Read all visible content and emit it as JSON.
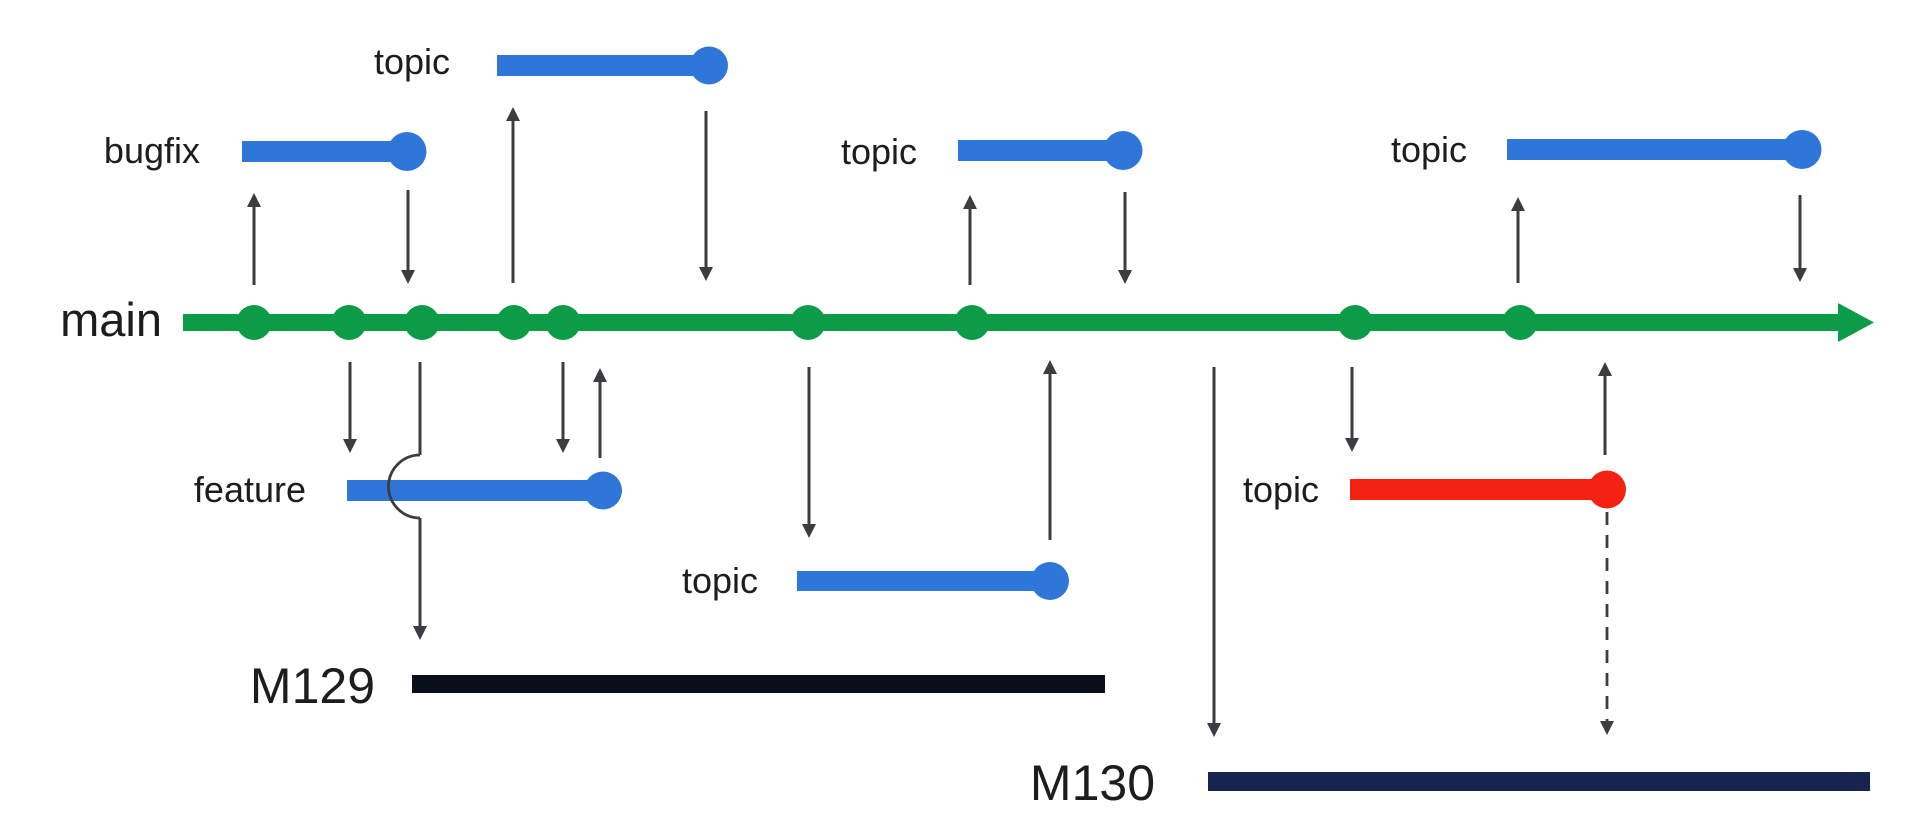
{
  "diagram": {
    "type": "git-branching-diagram",
    "main_branch": {
      "label": "main"
    },
    "branches": [
      {
        "id": "topic-top",
        "label": "topic",
        "color": "blue"
      },
      {
        "id": "bugfix",
        "label": "bugfix",
        "color": "blue"
      },
      {
        "id": "topic-middle",
        "label": "topic",
        "color": "blue"
      },
      {
        "id": "topic-right",
        "label": "topic",
        "color": "blue"
      },
      {
        "id": "feature",
        "label": "feature",
        "color": "blue"
      },
      {
        "id": "topic-lower",
        "label": "topic",
        "color": "blue"
      },
      {
        "id": "topic-red",
        "label": "topic",
        "color": "red"
      }
    ],
    "milestones": [
      {
        "id": "m129",
        "label": "M129"
      },
      {
        "id": "m130",
        "label": "M130"
      }
    ],
    "commit_count_on_main": 9,
    "colors": {
      "main_green": "#0C9B47",
      "branch_blue": "#2E77D8",
      "branch_red": "#F42311",
      "m129_bar": "#0A0E18",
      "m130_bar": "#16244F",
      "arrow": "#3A3D42",
      "text": "#1D1D1D",
      "background": "#FFFFFF"
    }
  }
}
